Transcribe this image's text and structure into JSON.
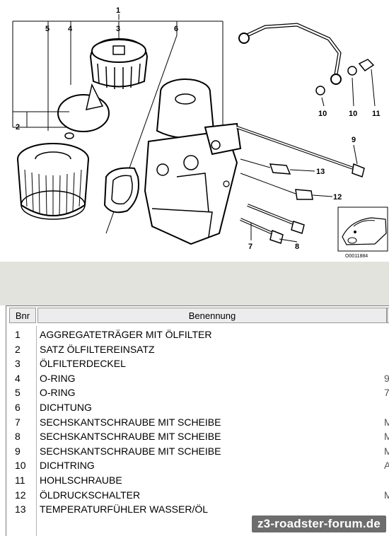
{
  "diagram": {
    "callouts": [
      "1",
      "5",
      "4",
      "3",
      "6",
      "2",
      "10",
      "10",
      "11",
      "9",
      "13",
      "12",
      "7",
      "8"
    ],
    "drawing_number": "O0011884"
  },
  "table": {
    "headers": {
      "bnr": "Bnr",
      "name": "Benennung"
    },
    "rows": [
      {
        "num": "1",
        "name": "AGGREGATETRÄGER MIT ÖLFILTER",
        "extra": ""
      },
      {
        "num": "2",
        "name": "SATZ ÖLFILTEREINSATZ",
        "extra": ""
      },
      {
        "num": "3",
        "name": "ÖLFILTERDECKEL",
        "extra": ""
      },
      {
        "num": "4",
        "name": "O-RING",
        "extra": "9"
      },
      {
        "num": "5",
        "name": "O-RING",
        "extra": "7"
      },
      {
        "num": "6",
        "name": "DICHTUNG",
        "extra": ""
      },
      {
        "num": "7",
        "name": "SECHSKANTSCHRAUBE MIT SCHEIBE",
        "extra": "M"
      },
      {
        "num": "8",
        "name": "SECHSKANTSCHRAUBE MIT SCHEIBE",
        "extra": "M"
      },
      {
        "num": "9",
        "name": "SECHSKANTSCHRAUBE MIT SCHEIBE",
        "extra": "M"
      },
      {
        "num": "10",
        "name": "DICHTRING",
        "extra": "A"
      },
      {
        "num": "11",
        "name": "HOHLSCHRAUBE",
        "extra": ""
      },
      {
        "num": "12",
        "name": "ÖLDRUCKSCHALTER",
        "extra": "M"
      },
      {
        "num": "13",
        "name": "TEMPERATURFÜHLER WASSER/ÖL",
        "extra": ""
      }
    ]
  },
  "watermark": "z3-roadster-forum.de"
}
